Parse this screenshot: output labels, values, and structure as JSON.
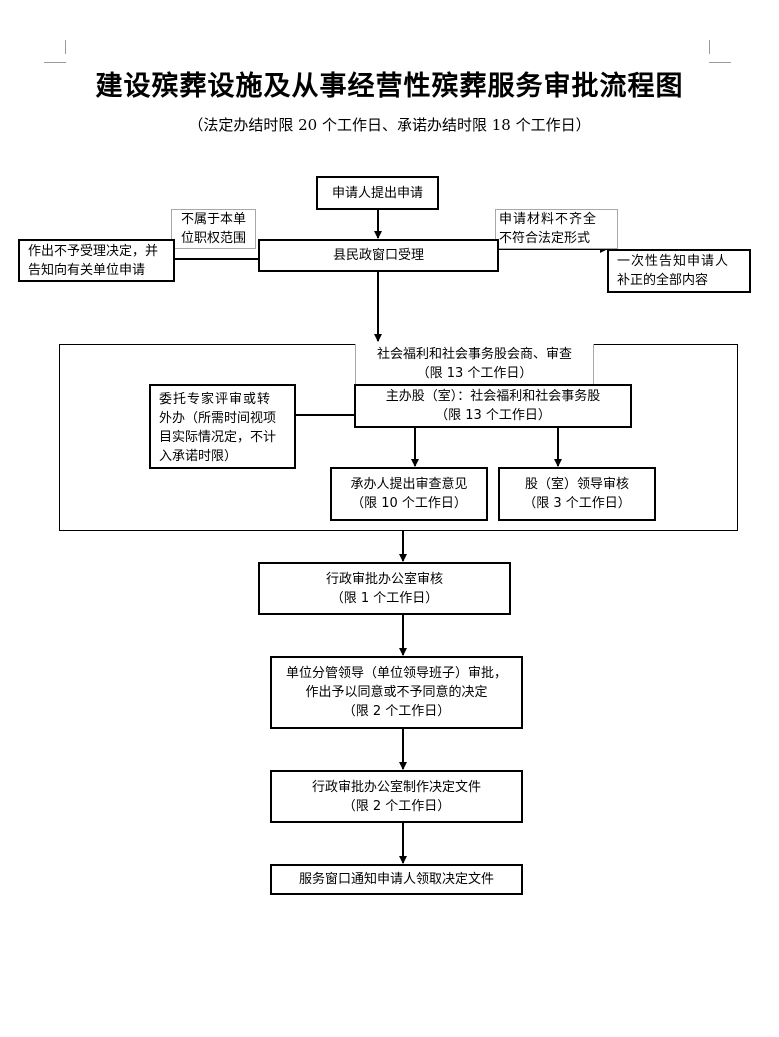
{
  "title": "建设殡葬设施及从事经营性殡葬服务审批流程图",
  "subtitle": "（法定办结时限 20 个工作日、承诺办结时限 18 个工作日）",
  "nodes": {
    "apply": "申请人提出申请",
    "accept": "县民政窗口受理",
    "reject": {
      "line1": "作出不予受理决定，并",
      "line2": "告知向有关单位申请"
    },
    "notify_supplement": {
      "line1": "一次性告知申请人",
      "line2": "补正的全部内容"
    },
    "consult_header": {
      "line1": "社会福利和社会事务股会商、审查",
      "line2": "（限 13 个工作日）"
    },
    "lead_dept": {
      "line1": "主办股（室）：社会福利和社会事务股",
      "line2": "（限 13 个工作日）"
    },
    "expert": {
      "line1": "委托专家评审或转",
      "line2": "外办（所需时间视项",
      "line3": "目实际情况定，不计",
      "line4": "入承诺时限）"
    },
    "handler_opinion": {
      "line1": "承办人提出审查意见",
      "line2": "（限 10 个工作日）"
    },
    "section_leader": {
      "line1": "股（室）领导审核",
      "line2": "（限 3 个工作日）"
    },
    "admin_review": {
      "line1": "行政审批办公室审核",
      "line2": "（限 1 个工作日）"
    },
    "leader_approval": {
      "line1": "单位分管领导（单位领导班子）审批，",
      "line2": "作出予以同意或不予同意的决定",
      "line3": "（限 2 个工作日）"
    },
    "make_decision": {
      "line1": "行政审批办公室制作决定文件",
      "line2": "（限 2 个工作日）"
    },
    "notify_pickup": "服务窗口通知申请人领取决定文件"
  },
  "edge_labels": {
    "out_of_scope": {
      "line1": "不属于本单",
      "line2": "位职权范围"
    },
    "incomplete": {
      "line1": "申请材料不齐全",
      "line2": "不符合法定形式"
    }
  }
}
